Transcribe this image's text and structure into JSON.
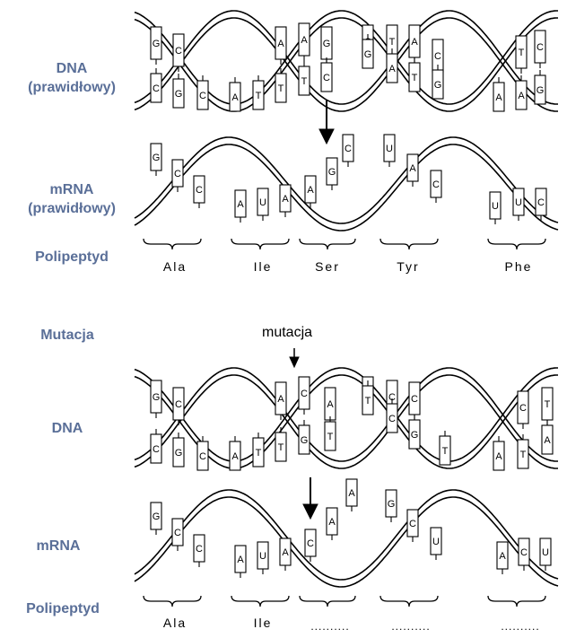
{
  "labels": {
    "dna_normal_line1": "DNA",
    "dna_normal_line2": "(prawidłowy)",
    "mrna_normal_line1": "mRNA",
    "mrna_normal_line2": "(prawidłowy)",
    "polypeptide_top": "Polipeptyd",
    "mutation_side": "Mutacja",
    "mutation_arrow": "mutacja",
    "dna_mutant": "DNA",
    "mrna_mutant": "mRNA",
    "polypeptide_bottom": "Polipeptyd"
  },
  "polypeptide_top": [
    "Ala",
    "Ile",
    "Ser",
    "Tyr",
    "Phe"
  ],
  "polypeptide_bottom": [
    "Ala",
    "Ile",
    "..........",
    "..........",
    ".........."
  ],
  "dna_top": {
    "upper": [
      "G",
      "C",
      "",
      "",
      "",
      "A",
      "A",
      "G",
      "C",
      "T",
      "A",
      "C",
      "",
      "",
      "T",
      "C"
    ],
    "lower": [
      "C",
      "G",
      "C",
      "A",
      "T",
      "T",
      "T",
      "C",
      "G",
      "A",
      "T",
      "G",
      "",
      "A",
      "A",
      "G"
    ],
    "middle": [
      "G",
      "T"
    ]
  },
  "dna_bottom": {
    "upper": [
      "G",
      "C",
      "",
      "",
      "",
      "A",
      "C",
      "A",
      "G",
      "C",
      "C",
      "",
      "",
      "C",
      "T"
    ],
    "lower": [
      "C",
      "G",
      "C",
      "A",
      "T",
      "T",
      "G",
      "T",
      "T",
      "C",
      "G",
      "T",
      "A",
      "T",
      "A"
    ]
  },
  "mrna_top": [
    "G",
    "C",
    "C",
    "A",
    "U",
    "A",
    "A",
    "G",
    "C",
    "U",
    "A",
    "C",
    "U",
    "U",
    "C"
  ],
  "mrna_bottom": [
    "G",
    "C",
    "C",
    "A",
    "U",
    "A",
    "C",
    "A",
    "A",
    "G",
    "C",
    "U",
    "A",
    "C",
    "U"
  ]
}
